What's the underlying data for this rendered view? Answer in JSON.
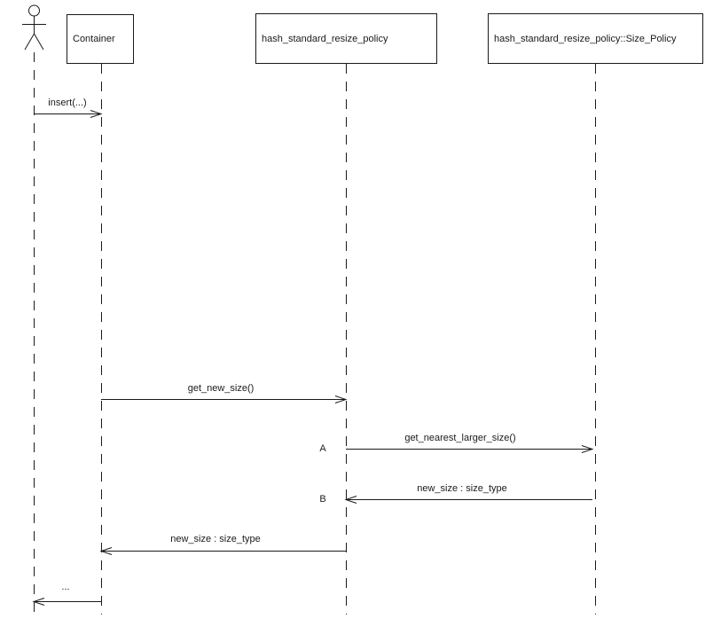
{
  "diagram": {
    "type": "uml-sequence",
    "background": "#ffffff",
    "line_color": "#1a1a1a",
    "text_color": "#1a1a1a",
    "actor": {
      "label": ""
    },
    "participants": [
      {
        "label": "Container"
      },
      {
        "label": "hash_standard_resize_policy"
      },
      {
        "label": "hash_standard_resize_policy::Size_Policy"
      }
    ],
    "messages": [
      {
        "label": "insert(...)",
        "from": "actor",
        "to": "Container",
        "marker": ""
      },
      {
        "label": "get_new_size()",
        "from": "Container",
        "to": "hash_standard_resize_policy",
        "marker": ""
      },
      {
        "label": "get_nearest_larger_size()",
        "from": "hash_standard_resize_policy",
        "to": "hash_standard_resize_policy::Size_Policy",
        "marker": "A"
      },
      {
        "label": "new_size : size_type",
        "from": "hash_standard_resize_policy::Size_Policy",
        "to": "hash_standard_resize_policy",
        "marker": "B"
      },
      {
        "label": "new_size : size_type",
        "from": "hash_standard_resize_policy",
        "to": "Container",
        "marker": ""
      },
      {
        "label": "...",
        "from": "Container",
        "to": "actor",
        "marker": ""
      }
    ]
  }
}
